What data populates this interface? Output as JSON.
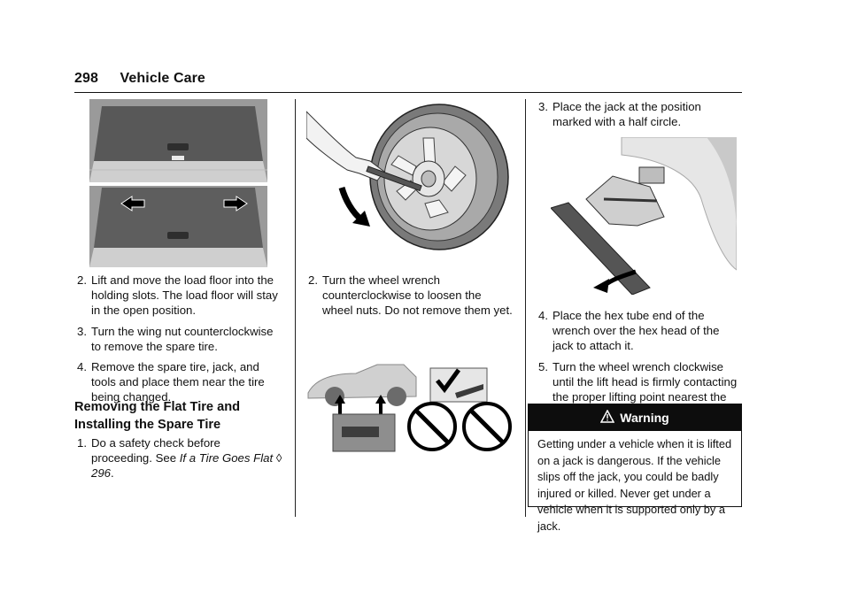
{
  "header": {
    "page_number": "298",
    "title": "Vehicle Care"
  },
  "left_column": {
    "steps": [
      {
        "num": "2.",
        "text": "Lift and move the load floor into the holding slots. The load floor will stay in the open position."
      },
      {
        "num": "3.",
        "text": "Turn the wing nut counterclockwise to remove the spare tire."
      },
      {
        "num": "4.",
        "text": "Remove the spare tire, jack, and tools and place them near the tire being changed."
      }
    ],
    "section_title": "Removing the Flat Tire and Installing the Spare Tire",
    "sub_steps": [
      {
        "num": "1.",
        "text": "Do a safety check before proceeding. See ",
        "ref_text": "If a Tire Goes Flat",
        "ref_symbol": "◊",
        "ref_page": "296",
        "tail": "."
      }
    ]
  },
  "middle_column": {
    "steps": [
      {
        "num": "2.",
        "text": "Turn the wheel wrench counterclockwise to loosen the wheel nuts. Do not remove them yet."
      }
    ]
  },
  "right_column": {
    "steps_top": [
      {
        "num": "3.",
        "text": "Place the jack at the position marked with a half circle."
      }
    ],
    "steps_bottom": [
      {
        "num": "4.",
        "text": "Place the hex tube end of the wrench over the hex head of the jack to attach it."
      },
      {
        "num": "5.",
        "text": "Turn the wheel wrench clockwise until the lift head is firmly contacting the proper lifting point nearest the flat tire."
      }
    ],
    "warning": {
      "icon": "warning-triangle-icon",
      "title": "Warning",
      "body": "Getting under a vehicle when it is lifted on a jack is dangerous. If the vehicle slips off the jack, you could be badly injured or killed. Never get under a vehicle when it is supported only by a jack."
    }
  },
  "colors": {
    "text": "#111111",
    "warning_bar": "#0d0d0d",
    "figure_fill": "#555555",
    "figure_light": "#d9d9d9"
  }
}
